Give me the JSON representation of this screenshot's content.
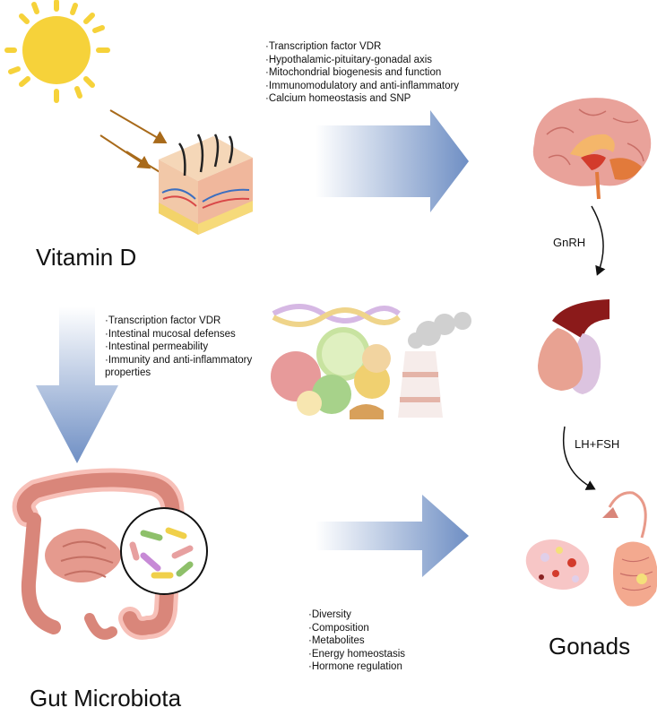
{
  "labels": {
    "vitamin_d": "Vitamin D",
    "gut_microbiota": "Gut Microbiota",
    "gonads": "Gonads",
    "gnrh": "GnRH",
    "lh_fsh": "LH+FSH"
  },
  "list_top": [
    "Transcription factor VDR",
    "Hypothalamic-pituitary-gonadal axis",
    "Mitochondrial biogenesis and function",
    "Immunomodulatory and anti-inflammatory",
    "Calcium homeostasis and SNP"
  ],
  "list_left": [
    "Transcription factor VDR",
    "Intestinal mucosal defenses",
    "Intestinal permeability",
    "Immunity and anti-inflammatory properties"
  ],
  "list_bottom": [
    "Diversity",
    "Composition",
    "Metabolites",
    "Energy homeostasis",
    "Hormone regulation"
  ],
  "colors": {
    "arrow_blue": "#6f8fc4",
    "sun": "#f6d23a",
    "sun_rays": "#a86a1a",
    "gut": "#d9867a",
    "brain": "#e9a29a",
    "pituitary_red": "#8b1a1a"
  }
}
